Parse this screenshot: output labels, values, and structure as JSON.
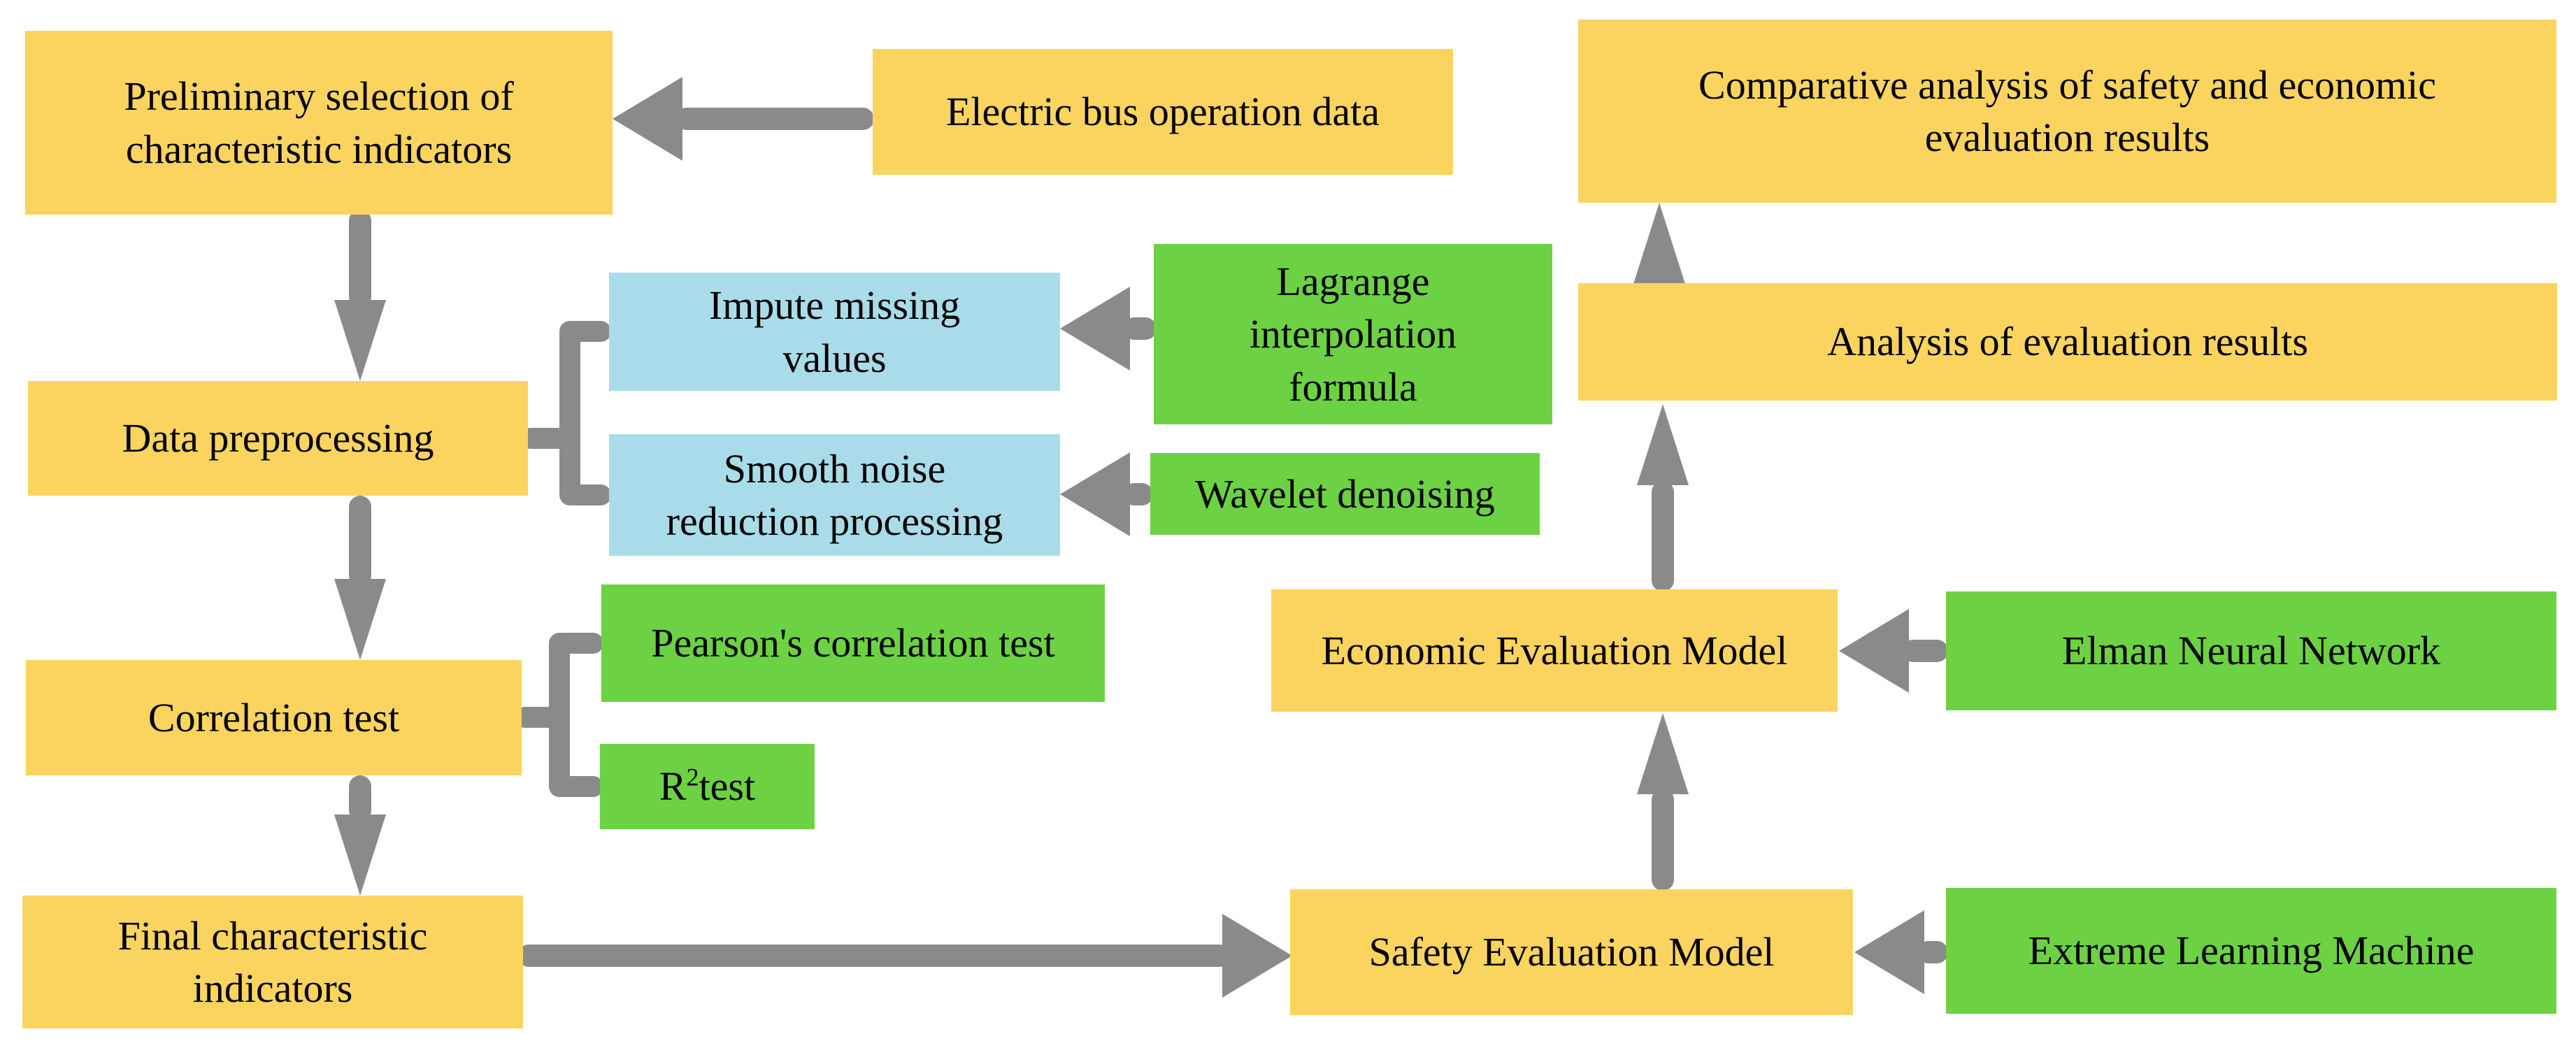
{
  "colors": {
    "yellow": "#FBD460",
    "green": "#6CD243",
    "blue": "#A9DCE8",
    "arrow": "#8A8A8A",
    "text": "#000000",
    "bg": "#FFFFFF"
  },
  "nodes": {
    "preliminary": {
      "label": "Preliminary selection of\ncharacteristic indicators",
      "color": "yellow"
    },
    "electric": {
      "label": "Electric bus operation data",
      "color": "yellow"
    },
    "impute": {
      "label": "Impute missing\nvalues",
      "color": "blue"
    },
    "smooth": {
      "label": "Smooth noise\nreduction processing",
      "color": "blue"
    },
    "lagrange": {
      "label": "Lagrange\ninterpolation\nformula",
      "color": "green"
    },
    "wavelet": {
      "label": "Wavelet denoising",
      "color": "green"
    },
    "preprocessing": {
      "label": "Data preprocessing",
      "color": "yellow"
    },
    "correlation": {
      "label": "Correlation test",
      "color": "yellow"
    },
    "pearson": {
      "label": "Pearson's correlation test",
      "color": "green"
    },
    "r2": {
      "base": "R",
      "sup": "2",
      "rest": "test",
      "color": "green"
    },
    "final": {
      "label": "Final characteristic\nindicators",
      "color": "yellow"
    },
    "safety": {
      "label": "Safety Evaluation Model",
      "color": "yellow"
    },
    "extreme": {
      "label": "Extreme Learning Machine",
      "color": "green"
    },
    "economic": {
      "label": "Economic Evaluation Model",
      "color": "yellow"
    },
    "elman": {
      "label": "Elman Neural Network",
      "color": "green"
    },
    "analysis": {
      "label": "Analysis of evaluation results",
      "color": "yellow"
    },
    "comparative": {
      "label": "Comparative analysis of safety and economic\nevaluation results",
      "color": "yellow"
    }
  }
}
